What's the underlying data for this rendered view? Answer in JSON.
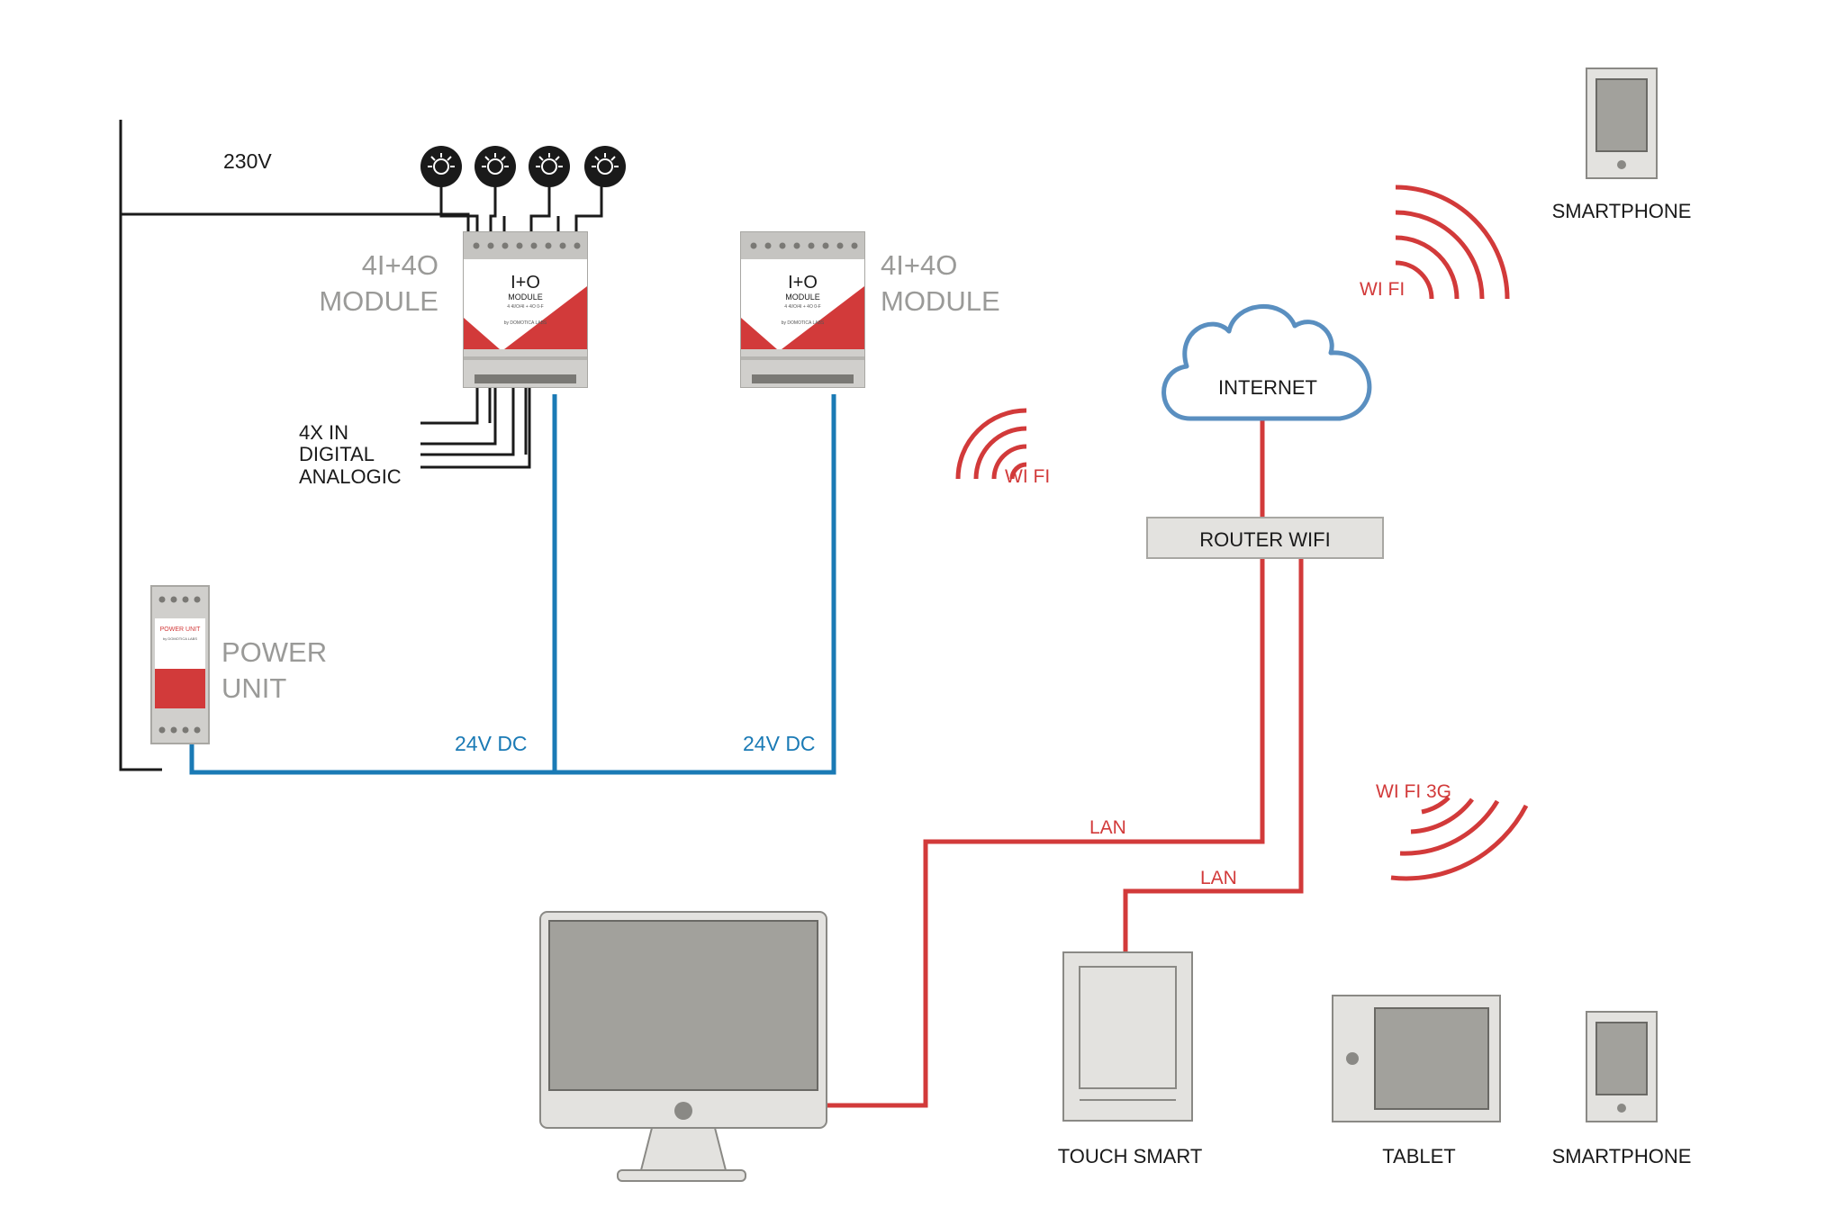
{
  "labels": {
    "voltage_230": "230V",
    "module_left_line1": "4I+4O",
    "module_left_line2": "MODULE",
    "module_right_line1": "4I+4O",
    "module_right_line2": "MODULE",
    "inputs_line1": "4X IN",
    "inputs_line2": "DIGITAL",
    "inputs_line3": "ANALOGIC",
    "power_unit_line1": "POWER",
    "power_unit_line2": "UNIT",
    "dc_left": "24V DC",
    "dc_right": "24V DC",
    "wifi_mid": "WI FI",
    "wifi_top": "WI FI",
    "wifi_3g": "WI FI 3G",
    "internet": "INTERNET",
    "router": "ROUTER WIFI",
    "lan_left": "LAN",
    "lan_right": "LAN",
    "smartphone_top": "SMARTPHONE",
    "touch_smart": "TOUCH SMART",
    "tablet": "TABLET",
    "smartphone_bottom": "SMARTPHONE"
  },
  "device_text": {
    "io_logo": "I+O",
    "io_module": "MODULE",
    "io_sub": "4 4I/O/4I + 4O 0-F",
    "io_brand": "by DOMOTICA LABS",
    "pu_title": "POWER UNIT",
    "pu_brand": "by DOMOTICA LABS"
  },
  "colors": {
    "red": "#d23a3a",
    "blue": "#1a7ab5",
    "cloud_stroke": "#5a8fc0",
    "black": "#1a1a1a",
    "device_grey": "#d0cfcc",
    "screen_grey": "#a2a19c",
    "label_grey": "#9a9a98"
  },
  "icons": {
    "lamp": "light-bulb-icon",
    "wifi": "wifi-waves-icon",
    "cloud": "cloud-icon",
    "monitor": "desktop-monitor-icon"
  }
}
